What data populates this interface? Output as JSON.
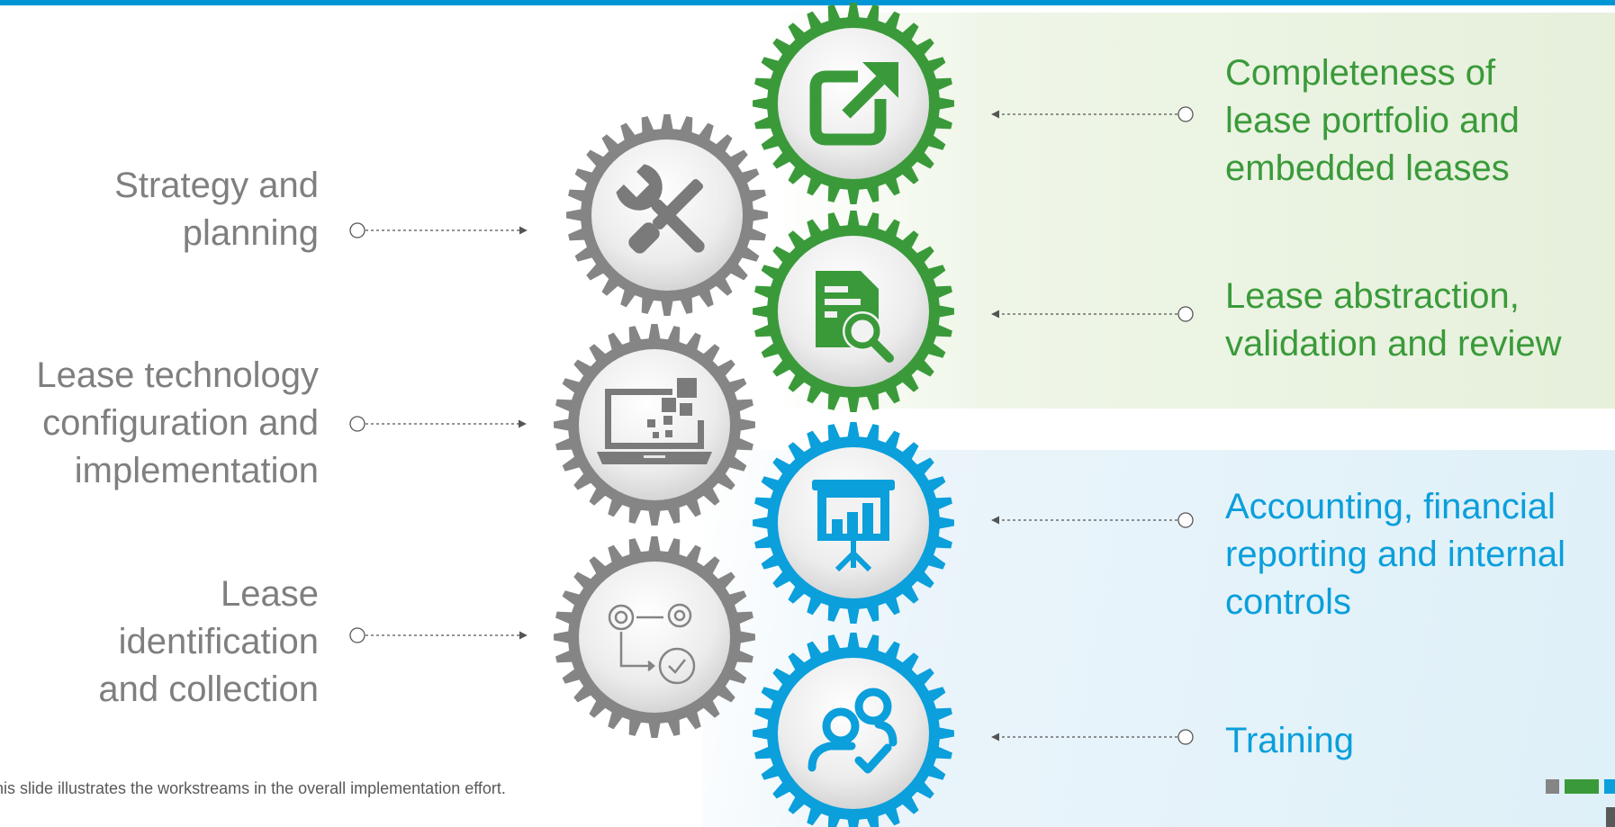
{
  "left_labels": [
    {
      "text": "Strategy and\nplanning"
    },
    {
      "text": "Lease technology\nconfiguration and\nimplementation"
    },
    {
      "text": "Lease\nidentification\nand collection"
    }
  ],
  "right_labels": [
    {
      "text": "Completeness of\nlease portfolio and\nembedded leases"
    },
    {
      "text": "Lease abstraction,\nvalidation and review"
    },
    {
      "text": "Accounting, financial\nreporting and internal\ncontrols"
    },
    {
      "text": "Training"
    }
  ],
  "footnote": "his slide illustrates the workstreams in the overall implementation effort.",
  "icons": {
    "left": [
      "tools-icon",
      "laptop-icon",
      "process-gears-icon"
    ],
    "right": [
      "external-link-icon",
      "document-search-icon",
      "presentation-chart-icon",
      "users-check-icon"
    ]
  },
  "colors": {
    "header_bar": "#0096d6",
    "gray": "#858585",
    "green": "#3a9a3a",
    "blue": "#0b9fdb",
    "left_text": "#7f7f7f"
  }
}
